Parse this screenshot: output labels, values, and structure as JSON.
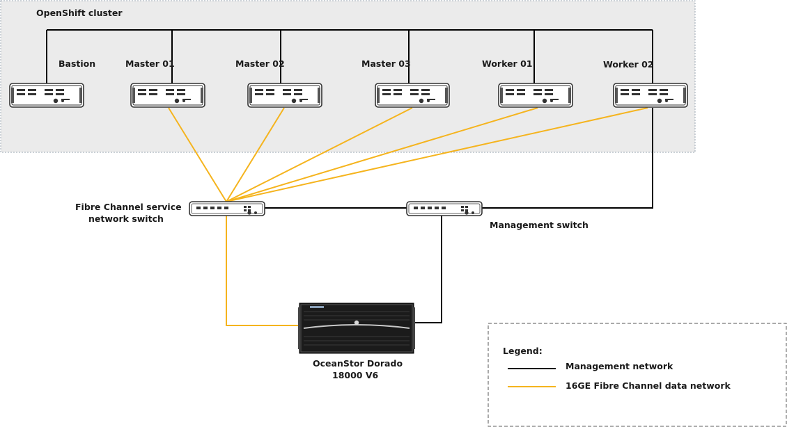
{
  "cluster": {
    "title": "OpenShift cluster"
  },
  "servers": [
    {
      "id": "bastion",
      "label": "Bastion"
    },
    {
      "id": "master01",
      "label": "Master 01"
    },
    {
      "id": "master02",
      "label": "Master 02"
    },
    {
      "id": "master03",
      "label": "Master 03"
    },
    {
      "id": "worker01",
      "label": "Worker 01"
    },
    {
      "id": "worker02",
      "label": "Worker 02"
    }
  ],
  "switches": {
    "fc": {
      "label_line1": "Fibre Channel service",
      "label_line2": "network switch"
    },
    "mgmt": {
      "label": "Management switch"
    }
  },
  "storage": {
    "label_line1": "OceanStor Dorado",
    "label_line2": "18000 V6"
  },
  "legend": {
    "title": "Legend:",
    "management": "Management network",
    "fibre": "16GE Fibre Channel data network"
  },
  "colors": {
    "management_line": "#000000",
    "fibre_line": "#f5b41e",
    "cluster_bg": "#ebebeb",
    "device_body": "#ffffff",
    "device_border": "#333333"
  }
}
